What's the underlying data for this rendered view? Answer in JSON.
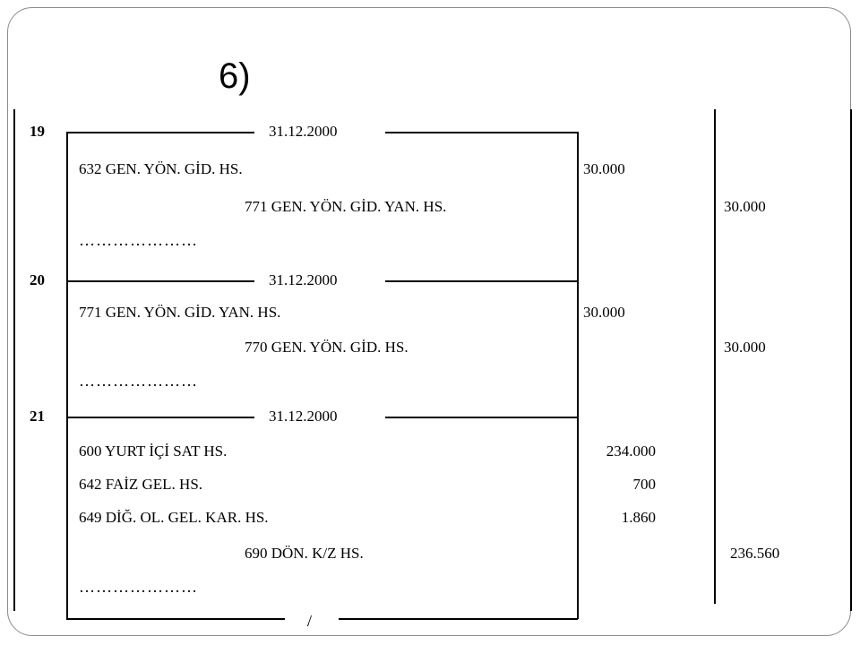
{
  "title": "6)",
  "entries": [
    {
      "no": "19",
      "date": "31.12.2000",
      "debit_lines": [
        {
          "account": "632 GEN. YÖN. GİD. HS.",
          "amount": "30.000"
        }
      ],
      "credit_lines": [
        {
          "account": "771 GEN. YÖN. GİD. YAN. HS.",
          "amount": "30.000"
        }
      ],
      "dots": "…………………"
    },
    {
      "no": "20",
      "date": "31.12.2000",
      "debit_lines": [
        {
          "account": "771 GEN. YÖN. GİD. YAN. HS.",
          "amount": "30.000"
        }
      ],
      "credit_lines": [
        {
          "account": "770 GEN. YÖN. GİD. HS.",
          "amount": "30.000"
        }
      ],
      "dots": "…………………"
    },
    {
      "no": "21",
      "date": "31.12.2000",
      "debit_lines": [
        {
          "account": "600 YURT İÇİ SAT HS.",
          "amount": "234.000"
        },
        {
          "account": "642 FAİZ GEL. HS.",
          "amount": "700"
        },
        {
          "account": "649 DİĞ. OL. GEL. KAR. HS.",
          "amount": "1.860"
        }
      ],
      "credit_lines": [
        {
          "account": "690 DÖN. K/Z HS.",
          "amount": "236.560"
        }
      ],
      "dots": "…………………"
    }
  ],
  "footer_mark": "/"
}
